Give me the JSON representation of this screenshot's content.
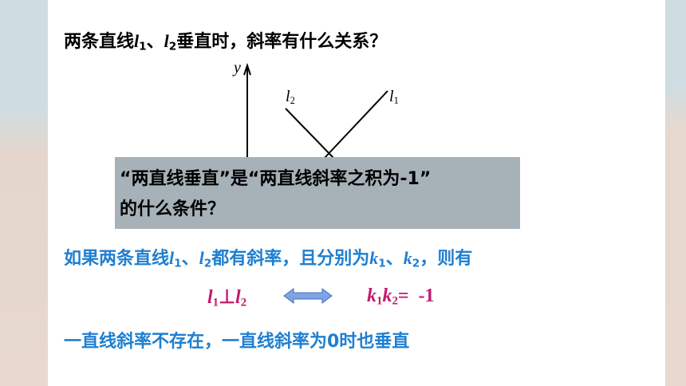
{
  "title": {
    "pre": "两条直线",
    "l": "l",
    "one": "1",
    "sep": "、",
    "two": "2",
    "post": "垂直时，斜率有什么关系？"
  },
  "diagram": {
    "y_label": "y",
    "l2_label": "l",
    "l2_sub": "2",
    "l1_label": "l",
    "l1_sub": "1"
  },
  "callout": {
    "line1": "“两直线垂直”是“两直线斜率之积为-1”",
    "line2": "的什么条件？"
  },
  "statement": {
    "pre": "如果两条直线",
    "l": "l",
    "one": "1",
    "sep": "、",
    "two": "2",
    "mid": "都有斜率，且分别为",
    "k": "k",
    "post": "，则有"
  },
  "formula": {
    "l": "l",
    "one": "1",
    "perp": "⊥",
    "two": "2",
    "k": "k",
    "rhs": "=  -1"
  },
  "note": "一直线斜率不存在，一直线斜率为0时也垂直",
  "colors": {
    "blue_text": "#1f7fd0",
    "magenta_text": "#c41a6f",
    "callout_bg": "#a7b2b8",
    "arrow_fill": "#7fa4e6"
  },
  "icons": [
    "double-arrow-icon"
  ]
}
